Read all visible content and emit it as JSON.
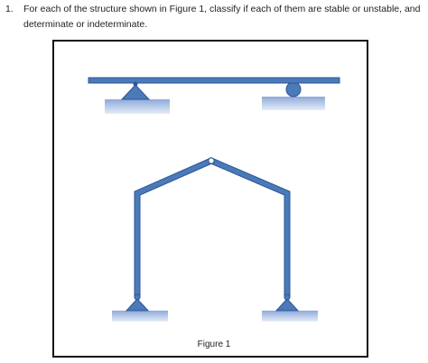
{
  "question": {
    "number": "1.",
    "text": "For each of the structure shown in Figure 1, classify if each of them are stable or unstable, and determinate or indeterminate."
  },
  "figure": {
    "caption": "Figure 1",
    "colors": {
      "member_fill": "#4a7ab8",
      "member_stroke": "#2f5597",
      "ground_top": "#8eaadb",
      "ground_bottom": "#dae3f3",
      "hinge": "#ffffff",
      "frame_border": "#111111"
    },
    "supports": {
      "beam_left": "pin",
      "beam_right": "roller",
      "frame_left": "pin",
      "frame_right": "pin",
      "frame_apex": "hinge"
    }
  }
}
